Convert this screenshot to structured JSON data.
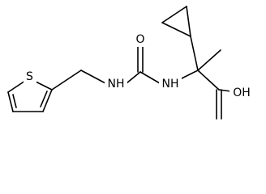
{
  "molecule": {
    "atom_labels": {
      "sulfur": "S",
      "nh_left": "NH",
      "nh_right": "NH",
      "carbonyl_oxygen": "O",
      "hydroxyl": "OH"
    },
    "colors": {
      "bond": "#000000",
      "text": "#000000",
      "background": "#ffffff"
    }
  }
}
